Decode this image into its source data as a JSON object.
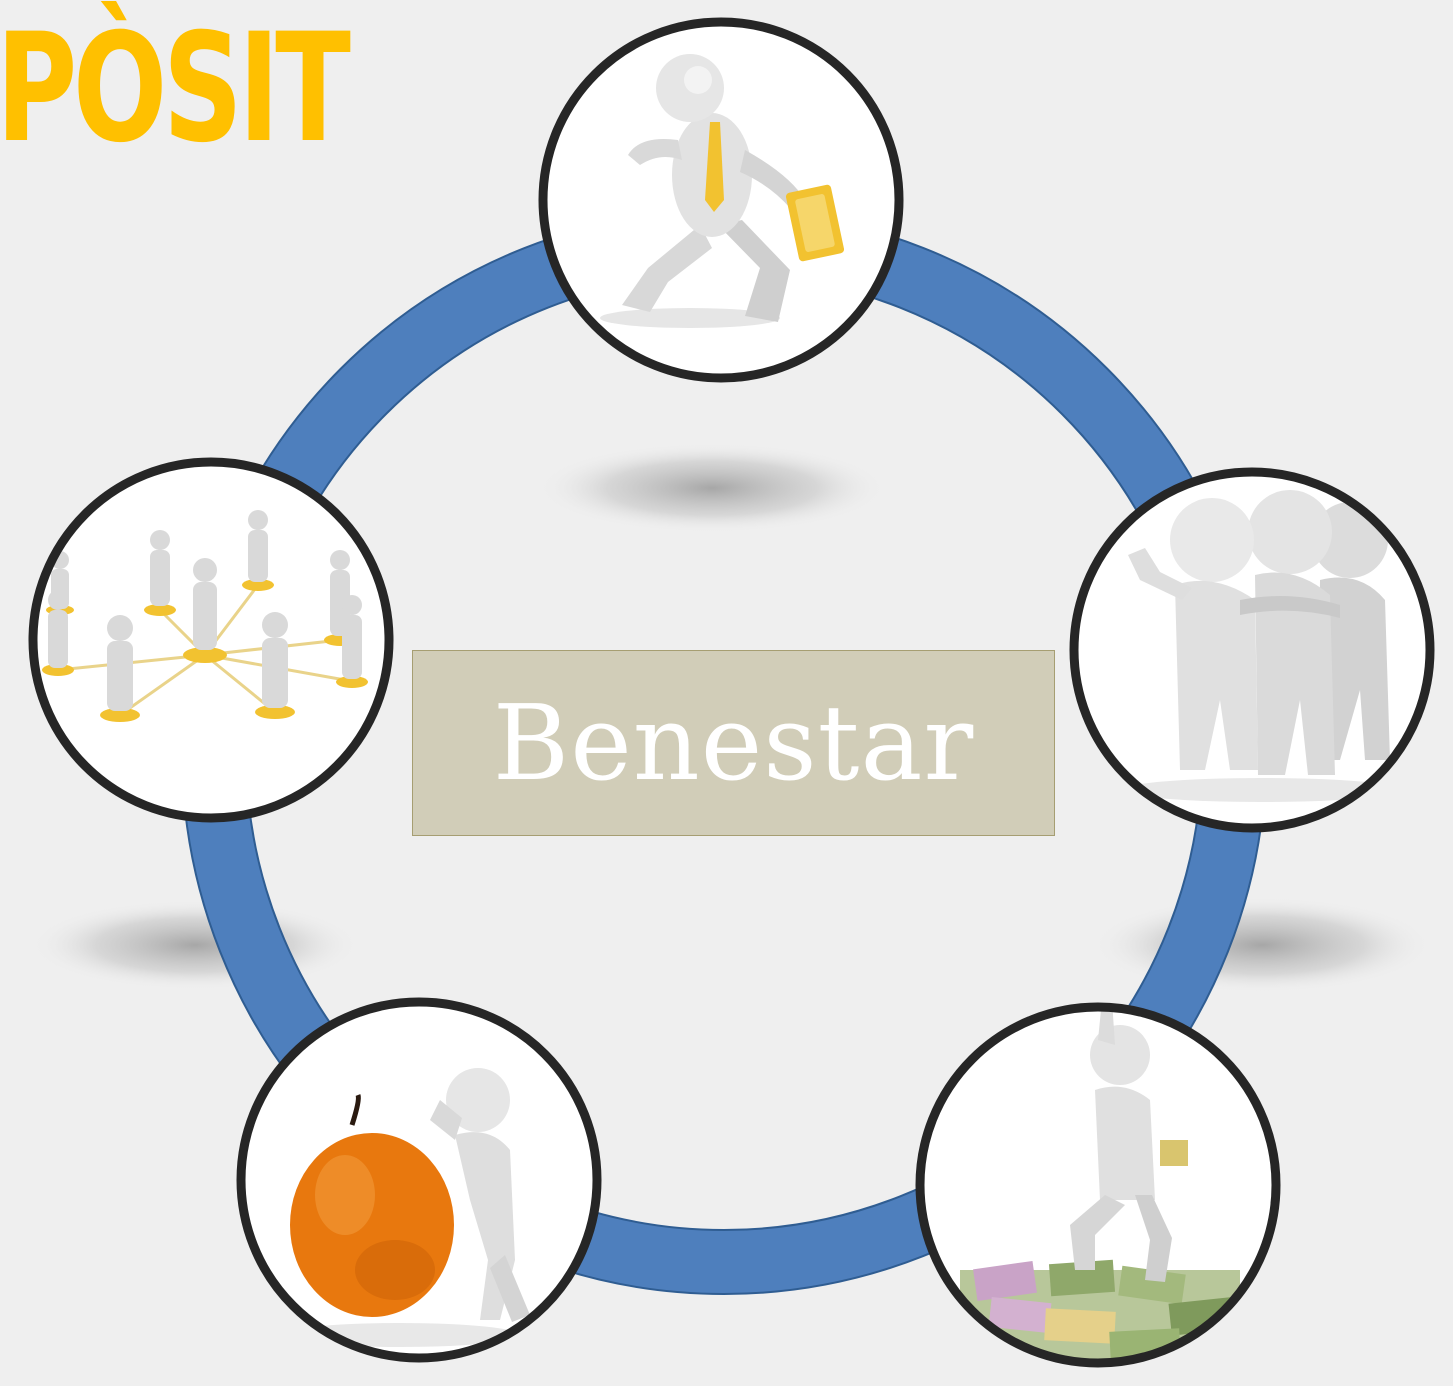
{
  "title": "PÒSIT",
  "center_label": "Benestar",
  "colors": {
    "title": "#ffc000",
    "ring": "#4e7fbd",
    "ring_edge": "#2f5d92",
    "circle_border": "#262626",
    "center_box": "#d1cdb8",
    "center_text": "#ffffff",
    "figure": "#dcdcdc",
    "accent_gold": "#f2c230",
    "apple": "#e8780e",
    "money_green": "#8fa86a",
    "money_pink": "#c9a3c7"
  },
  "nodes": [
    {
      "id": "work",
      "icon": "walking-businessman-icon"
    },
    {
      "id": "friends",
      "icon": "friends-group-icon"
    },
    {
      "id": "money",
      "icon": "money-success-icon"
    },
    {
      "id": "health",
      "icon": "apple-health-icon"
    },
    {
      "id": "social",
      "icon": "social-network-icon"
    }
  ]
}
